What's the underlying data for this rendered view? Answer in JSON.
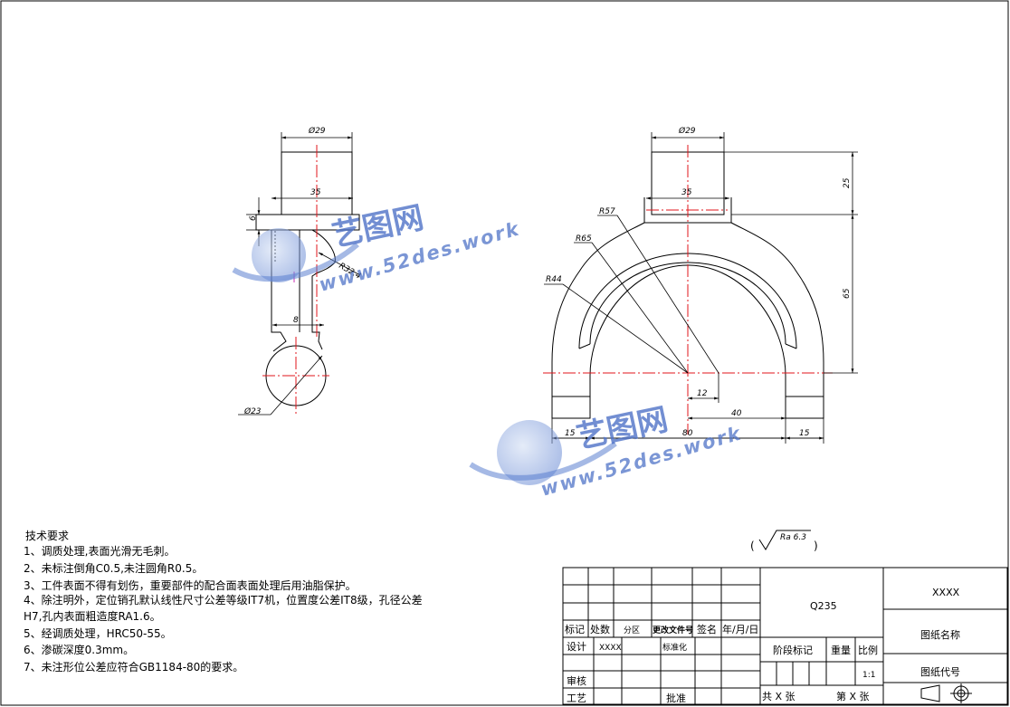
{
  "dimensions": {
    "left_view_top_dia": "Ø29",
    "left_view_35": "35",
    "left_view_6": "6",
    "left_view_r": "R32.4",
    "left_view_8": "8",
    "left_view_bottom_dia": "Ø23",
    "front_top_dia": "Ø29",
    "front_35": "35",
    "front_25": "25",
    "front_65": "65",
    "front_r57": "R57",
    "front_r65": "R65",
    "front_r44": "R44",
    "front_12": "12",
    "front_40": "40",
    "front_80": "80",
    "front_15_left": "15",
    "front_15_right": "15"
  },
  "surface_finish": {
    "symbol_text": "Ra 6.3",
    "paren_open": "(",
    "paren_close": ")"
  },
  "technical_requirements": {
    "title": "技术要求",
    "lines": [
      "1、调质处理,表面光滑无毛刺。",
      "2、未标注倒角C0.5,未注圆角R0.5。",
      "3、工件表面不得有划伤，重要部件的配合面表面处理后用油脂保护。",
      "4、除注明外，定位销孔默认线性尺寸公差等级IT7机，位置度公差IT8级，孔径公差",
      "H7,孔内表面粗造度RA1.6。",
      "5、经调质处理，HRC50-55。",
      "6、渗碳深度0.3mm。",
      "7、未注形位公差应符合GB1184-80的要求。"
    ]
  },
  "title_block": {
    "material": "Q235",
    "company": "XXXX",
    "drawing_name": "图纸名称",
    "drawing_code": "图纸代号",
    "header_mark": "标记",
    "header_count": "处数",
    "header_zone": "分区",
    "header_change_doc": "更改文件号",
    "header_sign": "签名",
    "header_date": "年/月/日",
    "design": "设计",
    "designer": "XXXX",
    "standardize": "标准化",
    "stage_mark": "阶段标记",
    "weight": "重量",
    "scale": "比例",
    "scale_value": "1:1",
    "review": "审核",
    "process": "工艺",
    "approve": "批准",
    "sheets_total": "共 X 张",
    "sheet_num": "第 X 张"
  },
  "watermark": {
    "cn": "艺图网",
    "en": "www.52des.work"
  },
  "colors": {
    "line": "#000000",
    "center_line": "#e0151b",
    "watermark": "#4f73c8"
  }
}
